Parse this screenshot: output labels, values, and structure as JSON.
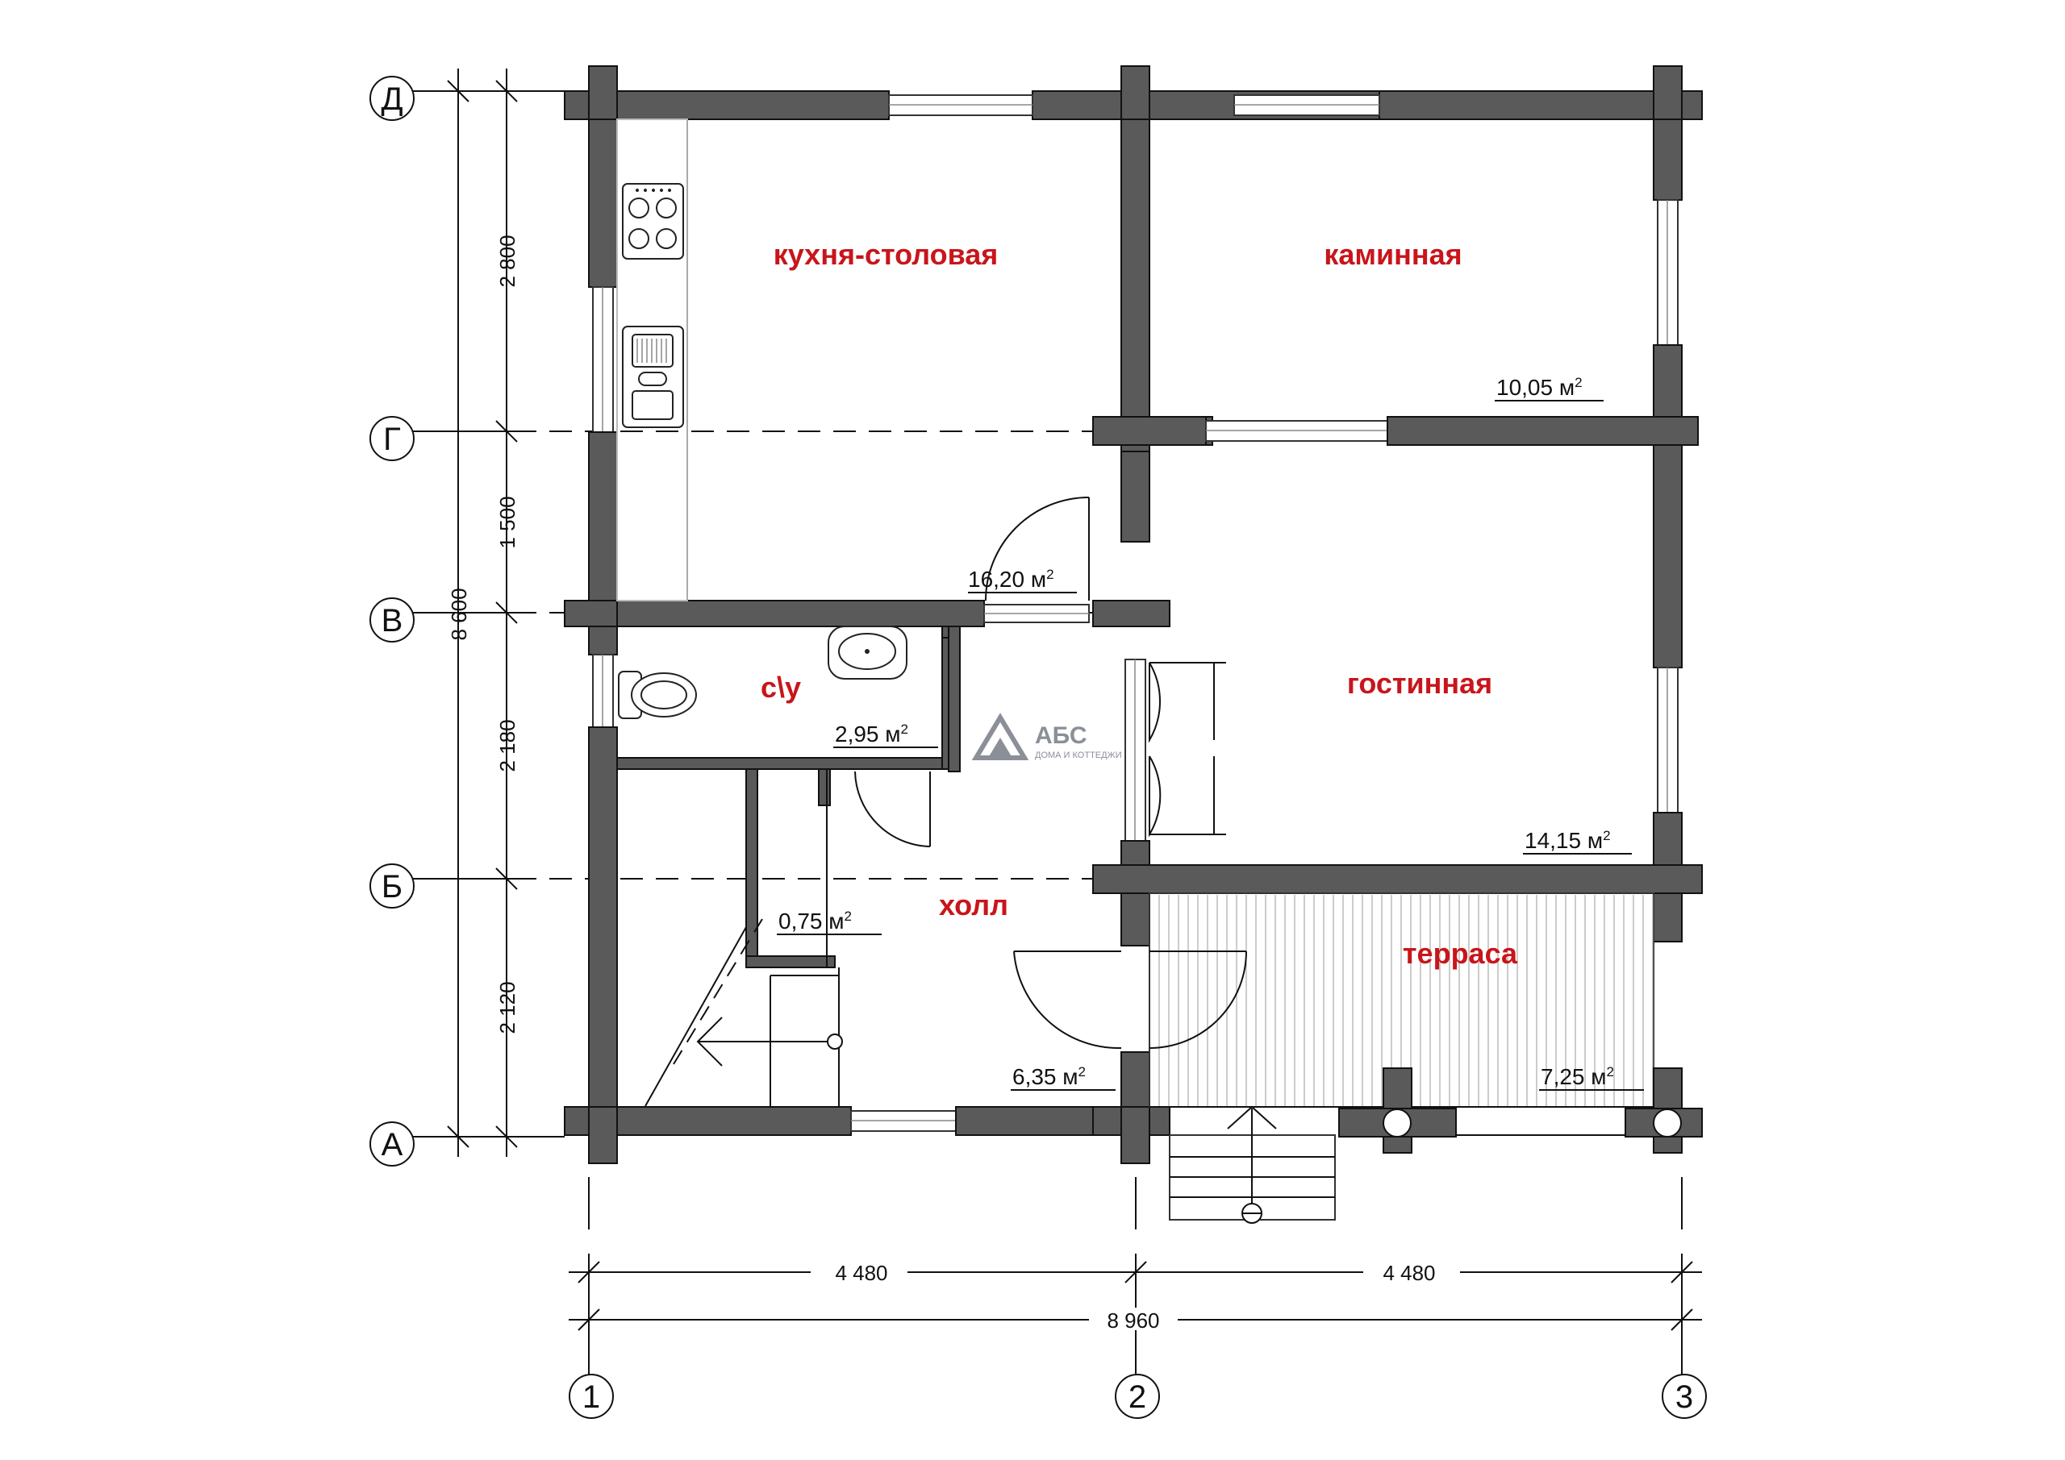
{
  "rooms": {
    "kitchen": {
      "name": "кухня-столовая",
      "area": "16,20 м"
    },
    "fireplace": {
      "name": "каминная",
      "area": "10,05 м"
    },
    "living": {
      "name": "гостинная",
      "area": "14,15 м"
    },
    "wc": {
      "name": "с\\у",
      "area": "2,95 м"
    },
    "closet": {
      "area": "0,75 м"
    },
    "hall": {
      "name": "холл",
      "area": "6,35 м"
    },
    "terrace": {
      "name": "терраса",
      "area": "7,25 м"
    }
  },
  "area_unit_sup": "2",
  "axes": {
    "rows": [
      "Д",
      "Г",
      "В",
      "Б",
      "А"
    ],
    "cols": [
      "1",
      "2",
      "3"
    ]
  },
  "dimensions": {
    "vertical_total": "8 600",
    "vertical_segments": [
      "2 800",
      "1 500",
      "2 180",
      "2 120"
    ],
    "horizontal_segments": [
      "4 480",
      "4 480"
    ],
    "horizontal_total": "8 960"
  },
  "logo": {
    "text": "АБС",
    "subtitle": "ДОМА И КОТТЕДЖИ"
  },
  "colors": {
    "room_label": "#c8151b",
    "wall": "#5a5a5b",
    "logo": "#8a8f98"
  }
}
